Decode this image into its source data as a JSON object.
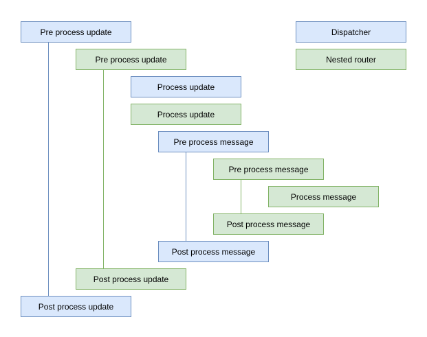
{
  "diagram": {
    "nodes": [
      {
        "label": "Pre process update",
        "variant": "blue"
      },
      {
        "label": "Dispatcher",
        "variant": "blue"
      },
      {
        "label": "Pre process update",
        "variant": "green"
      },
      {
        "label": "Nested router",
        "variant": "green"
      },
      {
        "label": "Process update",
        "variant": "blue"
      },
      {
        "label": "Process update",
        "variant": "green"
      },
      {
        "label": "Pre process message",
        "variant": "blue"
      },
      {
        "label": "Pre process message",
        "variant": "green"
      },
      {
        "label": "Process message",
        "variant": "green"
      },
      {
        "label": "Post process message",
        "variant": "green"
      },
      {
        "label": "Post process message",
        "variant": "blue"
      },
      {
        "label": "Post process update",
        "variant": "green"
      },
      {
        "label": "Post process update",
        "variant": "blue"
      }
    ],
    "connectors": [
      {
        "from": "Pre process update (blue)",
        "to": "Post process update (blue)",
        "color": "blue"
      },
      {
        "from": "Pre process update (green)",
        "to": "Post process update (green)",
        "color": "green"
      },
      {
        "from": "Pre process message (blue)",
        "to": "Post process message (blue)",
        "color": "blue"
      },
      {
        "from": "Pre process message (green)",
        "to": "Post process message (green)",
        "color": "green"
      }
    ]
  },
  "colors": {
    "blue_fill": "#dae8fc",
    "blue_border": "#6c8ebf",
    "green_fill": "#d5e8d4",
    "green_border": "#82b366",
    "text": "#000000",
    "background": "#ffffff"
  }
}
